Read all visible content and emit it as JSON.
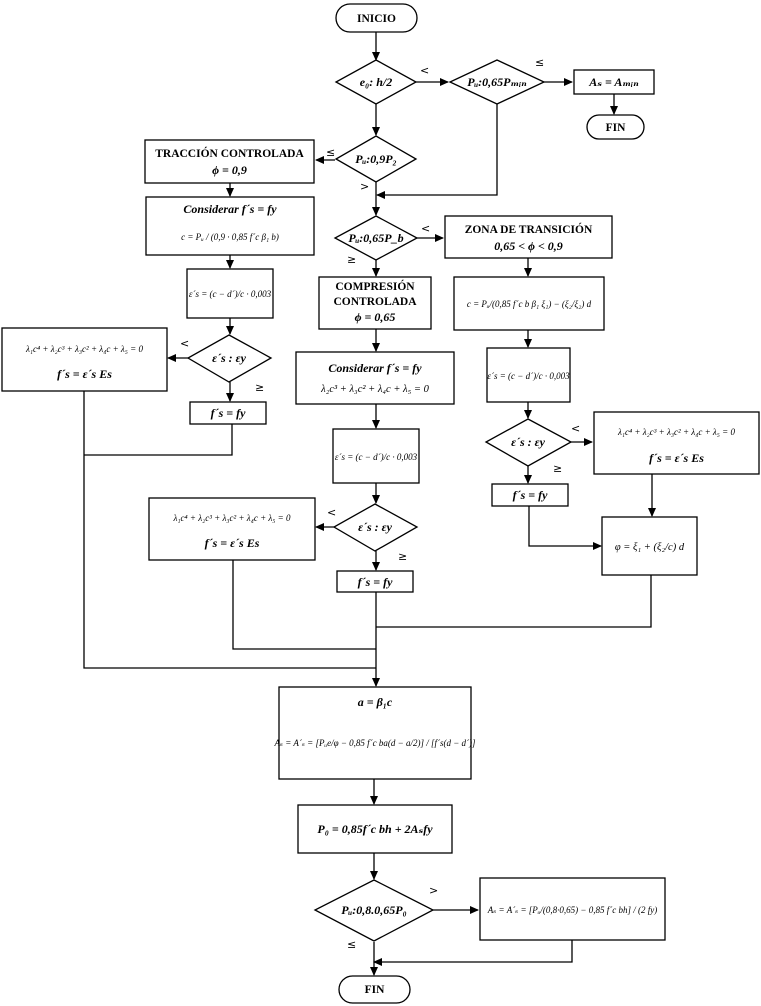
{
  "nodes": {
    "inicio": "INICIO",
    "fin_top": "FIN",
    "fin_bottom": "FIN",
    "dec_eo": "e₀: h/2",
    "dec_pu_pmin": "Pᵤ:0,65Pₘᵢₙ",
    "as_amin": "Aₛ = Aₘᵢₙ",
    "dec_pu_p2": "Pᵤ:0,9P₂",
    "traccion_title": "TRACCIÓN CONTROLADA",
    "traccion_phi": "ϕ = 0,9",
    "dec_pu_pb": "Pᵤ:0,65P_b",
    "transicion_title": "ZONA DE TRANSICIÓN",
    "transicion_phi": "0,65 < ϕ < 0,9",
    "compresion_l1": "COMPRESIÓN",
    "compresion_l2": "CONTROLADA",
    "compresion_phi": "ϕ = 0,65",
    "left_consider": "Considerar f´s = fy",
    "left_c_formula": "c = Pᵤ / (0,9 · 0,85 f´c β₁ b)",
    "eps_formula": "ε´s = (c − d´)/c · 0,003",
    "dec_eps": "ε´s : εy",
    "quartic": "λ₁c⁴ + λ₂c³ + λ₃c² + λ₄c + λ₅ = 0",
    "fs_eps": "f´s = ε´s Es",
    "fs_fy": "f´s = fy",
    "mid_consider": "Considerar f´s = fy",
    "cubic": "λ₂c³ + λ₃c² + λ₄c + λ₅ = 0",
    "right_c_formula": "c = Pᵤ/(0,85 f´c b β₁ ξ₁) − (ξ₂/ξ₂) d",
    "phi_formula": "φ = ξ₁ + (ξ₂/c) d",
    "a_formula": "a = β₁c",
    "as_formula": "Aₛ = A´ₛ = [Pᵤe/φ − 0,85 f´c ba(d − a/2)] / [f´s(d − d´)]",
    "po_formula": "P₀ = 0,85f´c bh + 2Aₛfy",
    "dec_pu_po": "Pᵤ:0,8.0,65P₀",
    "as_final": "Aₛ = A´ₛ = [Pᵤ/(0,8·0,65) − 0,85 f´c bh] / (2 fy)"
  },
  "labels": {
    "lt": "<",
    "le": "≤",
    "gt": ">",
    "ge": "≥"
  }
}
